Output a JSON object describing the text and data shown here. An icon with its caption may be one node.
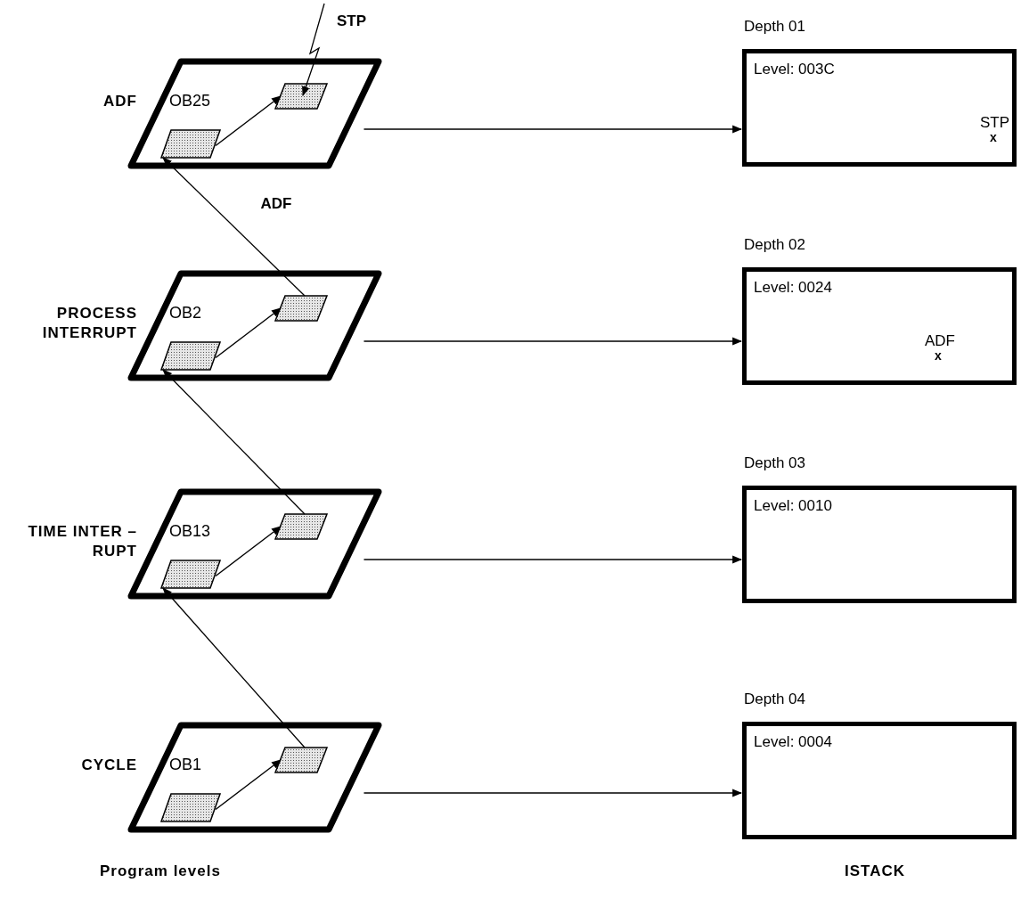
{
  "diagram": {
    "nodes": [
      {
        "text": [],
        "shape": "parallelogram",
        "beside": [
          "ADF"
        ]
      },
      {
        "text": [
          "OB25"
        ],
        "in": 0
      },
      {
        "text": [],
        "shape": "parallelogram",
        "in": 0
      },
      {
        "text": [],
        "shape": "parallelogram",
        "beside": [
          "PROCESS INTERRUPT"
        ]
      },
      {
        "text": [
          "OB2"
        ],
        "in": 3
      },
      {
        "text": [],
        "shape": "parallelogram",
        "in": 3
      },
      {
        "text": [],
        "shape": "parallelogram",
        "beside": [
          "TIME INTER – RUPT"
        ]
      },
      {
        "text": [
          "OB13"
        ],
        "in": 6
      },
      {
        "text": [],
        "shape": "parallelogram",
        "in": 6
      },
      {
        "text": [],
        "shape": "parallelogram",
        "beside": [
          "CYCLE"
        ]
      },
      {
        "text": [
          "OB1"
        ],
        "in": 9
      },
      {
        "text": [],
        "shape": "parallelogram",
        "in": 9
      },
      {
        "text": [
          "STP"
        ]
      },
      {
        "text": [
          "Depth 01",
          "Level: 003C",
          "STP",
          "x"
        ]
      },
      {
        "text": [
          "Depth 02",
          "Level: 0024",
          "ADF",
          "x"
        ]
      },
      {
        "text": [
          "Depth 03",
          "Level: 0010"
        ]
      },
      {
        "text": [
          "Depth 04",
          "Level: 0004"
        ]
      }
    ],
    "edges": [
      {
        "from": 12,
        "to": 2,
        "arrow": "to"
      },
      {
        "from": 1,
        "to": 2,
        "arrow": "to"
      },
      {
        "from": 4,
        "to": 5,
        "arrow": "to"
      },
      {
        "from": 7,
        "to": 8,
        "arrow": "to"
      },
      {
        "from": 10,
        "to": 11,
        "arrow": "to"
      },
      {
        "from": 5,
        "to": 1,
        "arrow": "to",
        "label": "ADF"
      },
      {
        "from": 8,
        "to": 4,
        "arrow": "to"
      },
      {
        "from": 11,
        "to": 7,
        "arrow": "to"
      },
      {
        "from": 0,
        "to": 13,
        "arrow": "to"
      },
      {
        "from": 3,
        "to": 14,
        "arrow": "to"
      },
      {
        "from": 6,
        "to": 15,
        "arrow": "to"
      },
      {
        "from": 9,
        "to": 16,
        "arrow": "to"
      }
    ],
    "labels": [
      "Program levels",
      "ISTACK"
    ]
  }
}
